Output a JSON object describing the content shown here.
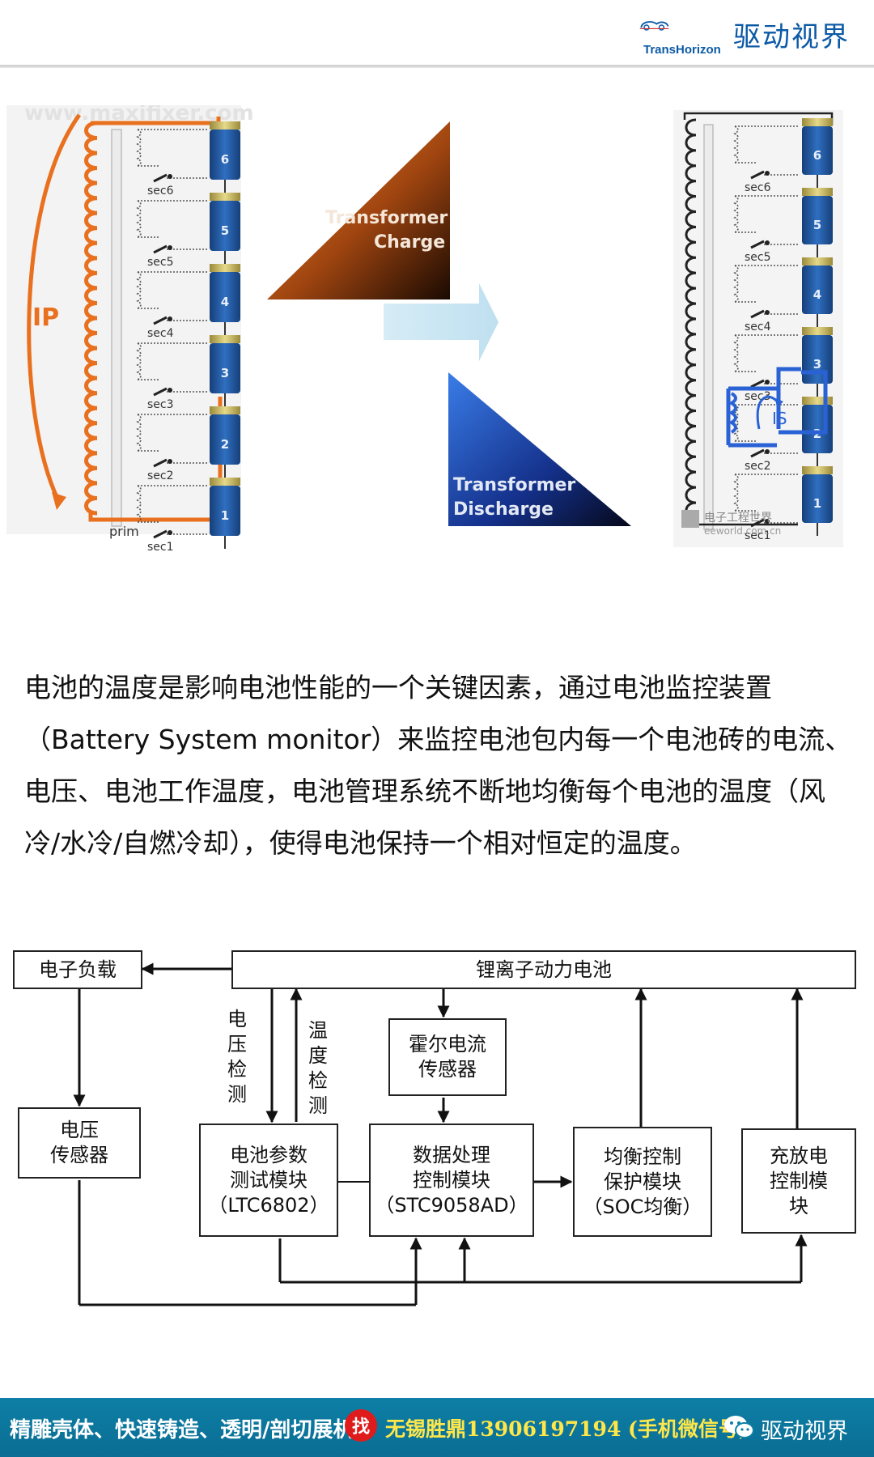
{
  "header": {
    "brand_cn": "驱动视界",
    "brand_en": "TransHorizon"
  },
  "illustration": {
    "watermark_top": "www.maxifixer.com",
    "current_primary": "IP",
    "current_secondary": "IS",
    "prim_label": "prim",
    "left_sec_labels": [
      "sec6",
      "sec5",
      "sec4",
      "sec3",
      "sec2",
      "sec1"
    ],
    "right_sec_labels": [
      "sec6",
      "sec5",
      "sec4",
      "sec3",
      "sec2",
      "sec1"
    ],
    "cell_numbers": [
      "6",
      "5",
      "4",
      "3",
      "2",
      "1"
    ],
    "charge_label_line1": "Transformer",
    "charge_label_line2": "Charge",
    "discharge_label_line1": "Transformer",
    "discharge_label_line2": "Discharge",
    "watermark_bottom_cn": "电子工程世界",
    "watermark_bottom_url": "eeworld.com.cn"
  },
  "paragraph": "电池的温度是影响电池性能的一个关键因素，通过电池监控装置（Battery System monitor）来监控电池包内每一个电池砖的电流、电压、电池工作温度，电池管理系统不断地均衡每个电池的温度（风冷/水冷/自燃冷却），使得电池保持一个相对恒定的温度。",
  "diagram": {
    "battery": "锂离子动力电池",
    "load": "电子负载",
    "voltage_sensor_l1": "电压",
    "voltage_sensor_l2": "传感器",
    "voltage_detect": [
      "电",
      "压",
      "检",
      "测"
    ],
    "temp_detect": [
      "温",
      "度",
      "检",
      "测"
    ],
    "hall_l1": "霍尔电流",
    "hall_l2": "传感器",
    "param_l1": "电池参数",
    "param_l2": "测试模块",
    "param_l3": "（LTC6802）",
    "proc_l1": "数据处理",
    "proc_l2": "控制模块",
    "proc_l3": "（STC9058AD）",
    "bal_l1": "均衡控制",
    "bal_l2": "保护模块",
    "bal_l3": "（SOC均衡）",
    "chg_l1": "充放电",
    "chg_l2": "控制模",
    "chg_l3": "块"
  },
  "footer": {
    "slogan": "精雕壳体、快速铸造、透明/剖切展机",
    "badge": "找",
    "contact": "无锡胜鼎13906197194 (手机微信号)",
    "brand": "驱动视界"
  },
  "colors": {
    "orange": "#e8701e",
    "battery_blue": "#1f5ea8",
    "footer_bg": "#0e7fa6",
    "contact_yellow": "#ffe74a"
  }
}
